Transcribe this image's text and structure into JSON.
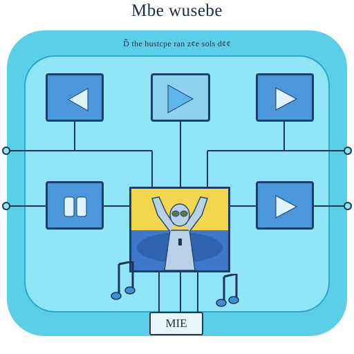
{
  "header": {
    "title": "Mbe wusebe",
    "subtitle": "D̃̃̃ the hustcpe ran z¢e sols d¢¢"
  },
  "controls": {
    "rewind_icon": "rewind-icon",
    "play_icon": "play-icon",
    "forward_icon": "play-icon",
    "pause_icon": "pause-icon",
    "next_icon": "play-icon"
  },
  "footer": {
    "label": "MIE"
  },
  "colors": {
    "panel": "#5ccfe8",
    "inner": "#8fe4f5",
    "button": "#4c96dc",
    "button_border": "#1c3c6c",
    "wire": "#1d3550"
  }
}
